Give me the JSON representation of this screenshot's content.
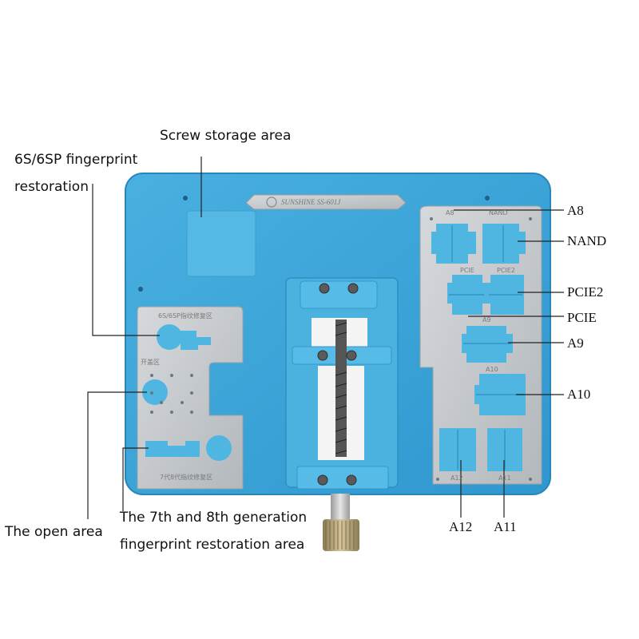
{
  "brand_plate": "SUNSHINE SS-601J",
  "left_plate": {
    "title_top": "6S/6SP指纹修复区",
    "open_label": "开盖区",
    "title_bottom": "7代8代指纹修复区"
  },
  "right_plate": {
    "a8": "A8",
    "nand": "NAND",
    "pcie": "PCIE",
    "pcie2": "PCIE2",
    "a9": "A9",
    "a10": "A10",
    "a12": "A12",
    "a11": "A11"
  },
  "callouts": {
    "screw_storage": "Screw storage area",
    "fp6s_line1": "6S/6SP fingerprint",
    "fp6s_line2": "restoration",
    "open_area": "The open area",
    "gen78_line1": "The 7th and 8th generation",
    "gen78_line2": "fingerprint restoration area",
    "a8": "A8",
    "nand": "NAND",
    "pcie2": "PCIE2",
    "pcie": "PCIE",
    "a9": "A9",
    "a10": "A10",
    "a12": "A12",
    "a11": "A11"
  },
  "colors": {
    "board": "#3ea6d8",
    "board_edge": "#2d8fc4",
    "pad": "#5cc0e6",
    "steel": "#c9cdd0",
    "screw": "#6a6a6a",
    "knob": "#b7a27a"
  }
}
